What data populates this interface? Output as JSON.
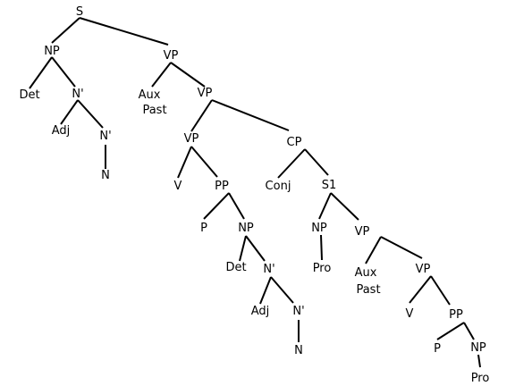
{
  "tree": {
    "line_color": "#000000",
    "text_color": "#000000",
    "background": "#ffffff",
    "nodes": [
      {
        "id": "s",
        "label": "S"
      },
      {
        "id": "np1",
        "label": "NP"
      },
      {
        "id": "vp1",
        "label": "VP"
      },
      {
        "id": "det1",
        "label": "Det"
      },
      {
        "id": "nbar1",
        "label": "N'"
      },
      {
        "id": "adj1",
        "label": "Adj"
      },
      {
        "id": "nbar2",
        "label": "N'"
      },
      {
        "id": "n1",
        "label": "N"
      },
      {
        "id": "aux1",
        "label": "Aux"
      },
      {
        "id": "past1",
        "label": "Past"
      },
      {
        "id": "vp2",
        "label": "VP"
      },
      {
        "id": "vp3",
        "label": "VP"
      },
      {
        "id": "cp",
        "label": "CP"
      },
      {
        "id": "v1",
        "label": "V"
      },
      {
        "id": "pp1",
        "label": "PP"
      },
      {
        "id": "p1",
        "label": "P"
      },
      {
        "id": "np2",
        "label": "NP"
      },
      {
        "id": "det2",
        "label": "Det"
      },
      {
        "id": "nbar3",
        "label": "N'"
      },
      {
        "id": "adj2",
        "label": "Adj"
      },
      {
        "id": "nbar4",
        "label": "N'"
      },
      {
        "id": "n2",
        "label": "N"
      },
      {
        "id": "conj",
        "label": "Conj"
      },
      {
        "id": "s1",
        "label": "S1"
      },
      {
        "id": "np3",
        "label": "NP"
      },
      {
        "id": "pro1",
        "label": "Pro"
      },
      {
        "id": "vp4",
        "label": "VP"
      },
      {
        "id": "aux2",
        "label": "Aux"
      },
      {
        "id": "past2",
        "label": "Past"
      },
      {
        "id": "vp5",
        "label": "VP"
      },
      {
        "id": "v2",
        "label": "V"
      },
      {
        "id": "pp2",
        "label": "PP"
      },
      {
        "id": "p2",
        "label": "P"
      },
      {
        "id": "np4",
        "label": "NP"
      },
      {
        "id": "pro2",
        "label": "Pro"
      }
    ],
    "edges": [
      [
        "s",
        "np1"
      ],
      [
        "s",
        "vp1"
      ],
      [
        "np1",
        "det1"
      ],
      [
        "np1",
        "nbar1"
      ],
      [
        "nbar1",
        "adj1"
      ],
      [
        "nbar1",
        "nbar2"
      ],
      [
        "nbar2",
        "n1"
      ],
      [
        "vp1",
        "aux1"
      ],
      [
        "vp1",
        "vp2"
      ],
      [
        "vp2",
        "vp3"
      ],
      [
        "vp2",
        "cp"
      ],
      [
        "vp3",
        "v1"
      ],
      [
        "vp3",
        "pp1"
      ],
      [
        "pp1",
        "p1"
      ],
      [
        "pp1",
        "np2"
      ],
      [
        "np2",
        "det2"
      ],
      [
        "np2",
        "nbar3"
      ],
      [
        "nbar3",
        "adj2"
      ],
      [
        "nbar3",
        "nbar4"
      ],
      [
        "nbar4",
        "n2"
      ],
      [
        "cp",
        "conj"
      ],
      [
        "cp",
        "s1"
      ],
      [
        "s1",
        "np3"
      ],
      [
        "s1",
        "vp4"
      ],
      [
        "np3",
        "pro1"
      ],
      [
        "vp4",
        "aux2"
      ],
      [
        "vp4",
        "vp5"
      ],
      [
        "vp5",
        "v2"
      ],
      [
        "vp5",
        "pp2"
      ],
      [
        "pp2",
        "p2"
      ],
      [
        "pp2",
        "np4"
      ],
      [
        "np4",
        "pro2"
      ]
    ]
  }
}
